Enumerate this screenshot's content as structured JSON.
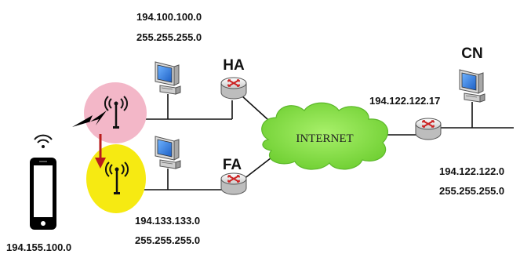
{
  "nodes": {
    "ha": {
      "label": "HA"
    },
    "fa": {
      "label": "FA"
    },
    "cn": {
      "label": "CN"
    },
    "internet": {
      "label": "INTERNET"
    }
  },
  "networks": {
    "home": {
      "address": "194.100.100.0",
      "mask": "255.255.255.0"
    },
    "foreign": {
      "address": "194.133.133.0",
      "mask": "255.255.255.0"
    },
    "correspondent": {
      "address": "194.122.122.0",
      "mask": "255.255.255.0"
    },
    "mobile": {
      "address": "194.155.100.0"
    }
  },
  "router_ips": {
    "cn_router": "194.122.122.17"
  },
  "colors": {
    "home_cell": "#f3b7c8",
    "foreign_cell": "#f6ea12",
    "cloud": "#7bdc3e",
    "router": "#cc2222",
    "move_arrow": "#b81c1c",
    "monitor_screen": "#2b7fe0"
  }
}
